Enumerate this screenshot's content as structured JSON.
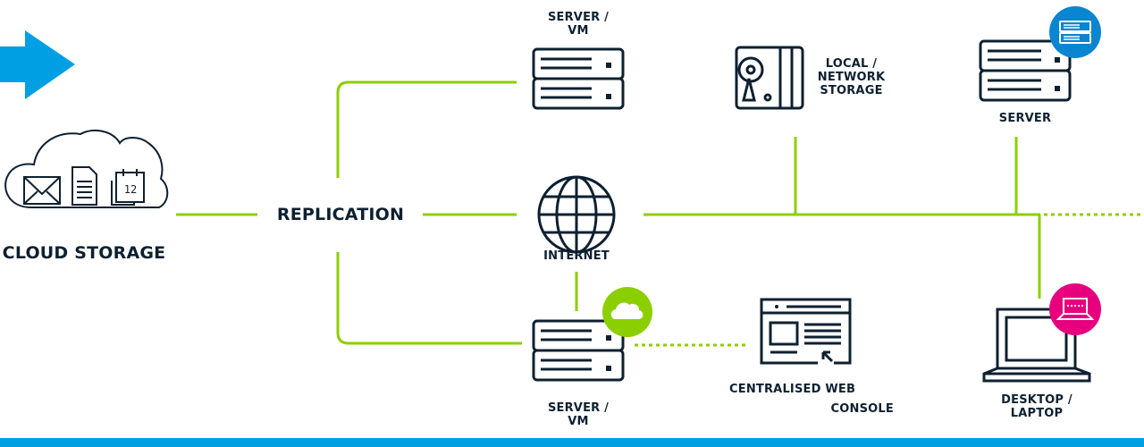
{
  "colors": {
    "line_green": "#8ccf00",
    "icon_dark": "#0d2030",
    "accent_blue": "#009fe3",
    "badge_blue": "#0a85d0",
    "badge_green": "#8ccf00",
    "badge_magenta": "#e6007e"
  },
  "nodes": {
    "cloud_storage": {
      "label": "CLOUD STORAGE",
      "icon": "cloud-icon",
      "contents": [
        "envelope-icon",
        "document-icon",
        "calendar-icon"
      ],
      "calendar_day": "12"
    },
    "replication": {
      "label": "REPLICATION"
    },
    "server_vm_top": {
      "label": "SERVER /\nVM",
      "icon": "server-icon"
    },
    "internet": {
      "label": "INTERNET",
      "icon": "globe-icon"
    },
    "server_vm_bottom": {
      "label": "SERVER /\nVM",
      "icon": "server-icon",
      "badge": "cloud-badge-icon"
    },
    "web_console": {
      "label_line1": "CENTRALISED WEB",
      "label_line2": "CONSOLE",
      "icon": "browser-window-icon"
    },
    "local_network_storage": {
      "label": "LOCAL /\nNETWORK\nSTORAGE",
      "icon": "hard-drive-icon"
    },
    "server_right": {
      "label": "SERVER",
      "icon": "server-icon",
      "badge": "server-badge-icon"
    },
    "desktop_laptop": {
      "label": "DESKTOP /\nLAPTOP",
      "icon": "laptop-icon",
      "badge": "laptop-badge-icon"
    }
  }
}
